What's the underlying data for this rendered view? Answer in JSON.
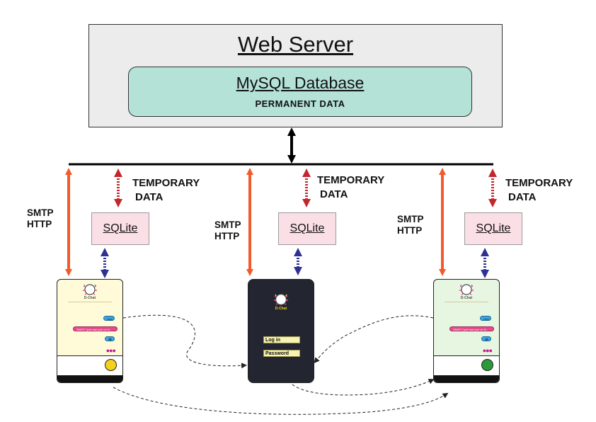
{
  "server": {
    "title": "Web Server"
  },
  "database": {
    "title": "MySQL Database",
    "subtitle": "PERMANENT DATA"
  },
  "clients": [
    {
      "protocols": [
        "SMTP",
        "HTTP"
      ],
      "cache": "SQLite",
      "temp": [
        "TEMPORARY",
        "DATA"
      ]
    },
    {
      "protocols": [
        "SMTP",
        "HTTP"
      ],
      "cache": "SQLite",
      "temp": [
        "TEMPORARY",
        "DATA"
      ]
    },
    {
      "protocols": [
        "SMTP",
        "HTTP"
      ],
      "cache": "SQLite",
      "temp": [
        "TEMPORARY",
        "DATA"
      ]
    }
  ],
  "phones": {
    "left": {
      "app_name": "D-Chat",
      "bubbles": [
        "Hey!",
        "OMG!! I just saw you on tv...",
        "👁"
      ],
      "bg": "#fffbd9",
      "emoji_color": "#f4d11c",
      "emoji": "yellow-face"
    },
    "middle": {
      "app_name": "D-Chat",
      "login_label": "Log in",
      "password_label": "Password",
      "bg": "#232631"
    },
    "right": {
      "app_name": "D-Chat",
      "bubbles": [
        "Hey!",
        "OMG!! I just saw you on tv...",
        "👁"
      ],
      "bg": "#e7f6e1",
      "emoji_color": "#2c9a3a",
      "emoji": "green-face"
    }
  },
  "colors": {
    "network_arrow": "#f15a29",
    "temp_arrow": "#c1272d",
    "local_arrow": "#2e3192",
    "server_arrow": "#000000",
    "sqlite_fill": "#fbdfe6",
    "db_fill": "#b4e2d6",
    "server_fill": "#ececec"
  }
}
